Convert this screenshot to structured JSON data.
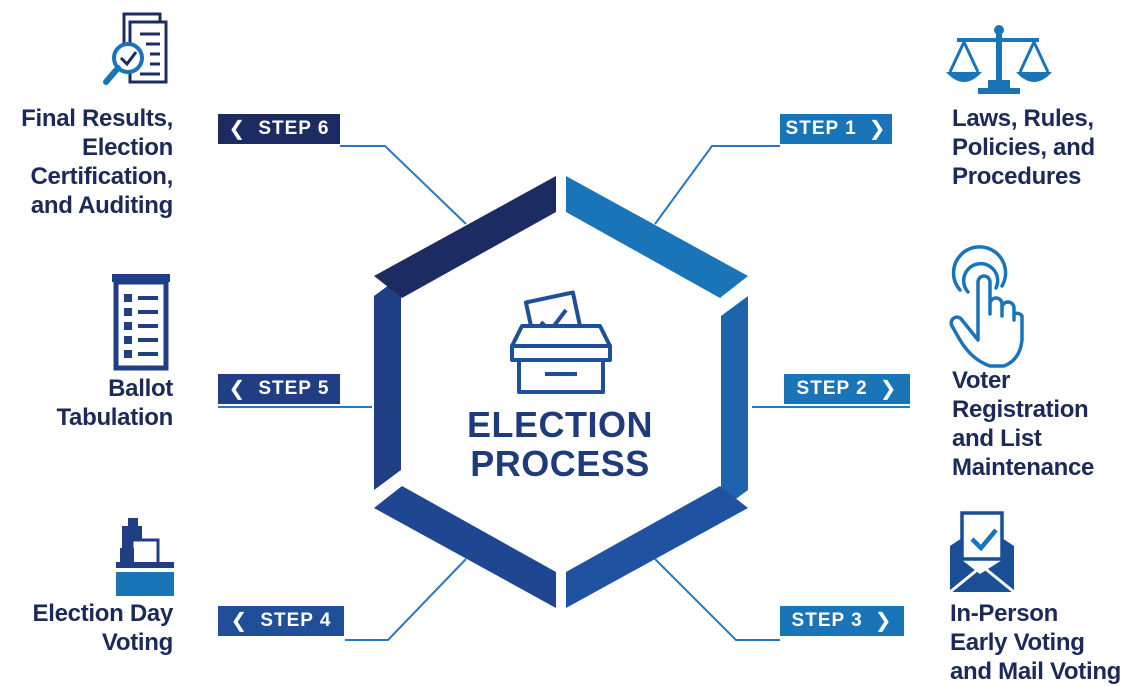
{
  "center": {
    "title": "ELECTION\nPROCESS"
  },
  "steps": [
    {
      "badge": "STEP 1",
      "label": "Laws, Rules,\nPolicies, and\nProcedures",
      "icon": "scales-icon",
      "color": "#1a74b8"
    },
    {
      "badge": "STEP 2",
      "label": "Voter\nRegistration\nand List\nMaintenance",
      "icon": "touch-hand-icon",
      "color": "#1a74b8"
    },
    {
      "badge": "STEP 3",
      "label": "In-Person\nEarly Voting\nand Mail Voting",
      "icon": "mail-ballot-icon",
      "color": "#1a74b8"
    },
    {
      "badge": "STEP 4",
      "label": "Election Day\nVoting",
      "icon": "hand-ballot-box-icon",
      "color": "#1f4f99"
    },
    {
      "badge": "STEP 5",
      "label": "Ballot\nTabulation",
      "icon": "ballot-list-icon",
      "color": "#1f3e84"
    },
    {
      "badge": "STEP 6",
      "label": "Final Results,\nElection\nCertification,\nand Auditing",
      "icon": "document-magnifier-icon",
      "color": "#1c2c63"
    }
  ],
  "colors": {
    "dark_navy": "#1b2a58",
    "navy": "#1f3e84",
    "blue": "#1f5aa6",
    "light_blue": "#1a74b8",
    "line": "#2a78c0"
  }
}
